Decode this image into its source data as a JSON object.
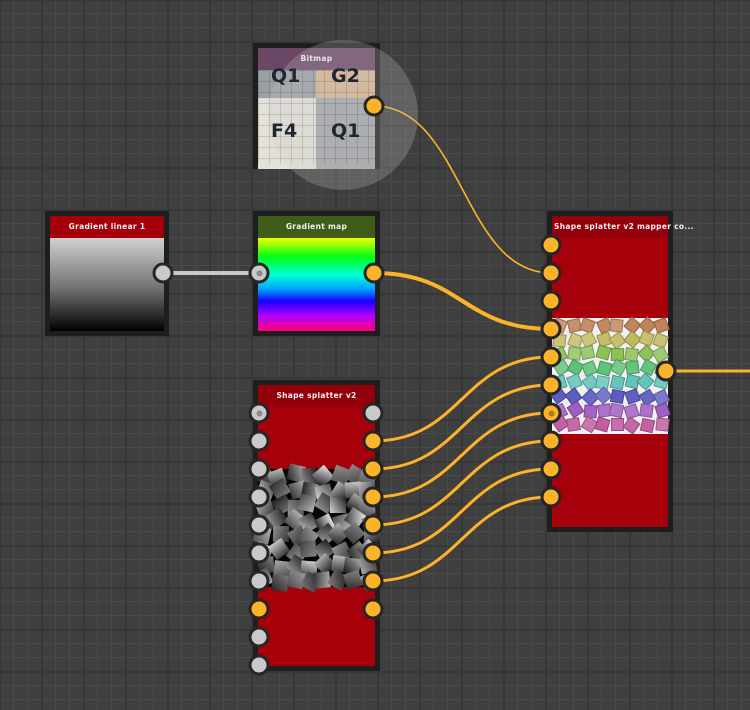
{
  "canvas": {
    "type": "node-graph-editor"
  },
  "colors": {
    "wire_color": "#fbb32a",
    "gray_wire_color": "#c9c9c9",
    "port_orange": "#fbb32a",
    "port_gray": "#c9c9c9",
    "node_frame": "#1e1e1e",
    "header_bitmap": "#6b4766",
    "header_gradient_linear": "#a30009",
    "header_gradient_map": "#3f5c19",
    "node_body_red": "#a6000b"
  },
  "nodes": {
    "bitmap": {
      "title": "Bitmap",
      "thumbnail_labels": [
        "Q1",
        "G2",
        "F4",
        "Q1"
      ],
      "outputs": [
        {
          "type": "orange",
          "connected": true
        }
      ]
    },
    "gradient_linear": {
      "title": "Gradient linear 1",
      "outputs": [
        {
          "type": "gray",
          "connected": true
        }
      ]
    },
    "gradient_map": {
      "title": "Gradient map",
      "inputs": [
        {
          "type": "gray",
          "connected": true,
          "dot": true
        }
      ],
      "outputs": [
        {
          "type": "orange",
          "connected": true
        }
      ]
    },
    "shape_splatter": {
      "title": "Shape splatter v2",
      "inputs": [
        "gray-dot",
        "gray",
        "gray",
        "gray",
        "gray",
        "gray",
        "gray",
        "orange",
        "gray",
        "gray"
      ],
      "outputs": [
        "gray",
        "orange",
        "orange",
        "orange",
        "orange",
        "orange",
        "orange",
        "orange"
      ]
    },
    "mapper": {
      "title": "Shape splatter v2 mapper co...",
      "inputs": [
        "orange",
        "orange",
        "orange",
        "orange",
        "orange",
        "orange",
        "orange-dot",
        "orange",
        "orange",
        "orange"
      ],
      "outputs": [
        "orange"
      ]
    }
  },
  "connections": [
    {
      "from": "gradient_linear.out0",
      "to": "gradient_map.in0",
      "style": "gray"
    },
    {
      "from": "bitmap.out0",
      "to": "mapper.in1",
      "style": "thin"
    },
    {
      "from": "gradient_map.out0",
      "to": "mapper.in3",
      "style": "thick"
    },
    {
      "from": "shape_splatter.out1",
      "to": "mapper.in4"
    },
    {
      "from": "shape_splatter.out2",
      "to": "mapper.in5"
    },
    {
      "from": "shape_splatter.out3",
      "to": "mapper.in6"
    },
    {
      "from": "shape_splatter.out4",
      "to": "mapper.in7"
    },
    {
      "from": "shape_splatter.out5",
      "to": "mapper.in8"
    },
    {
      "from": "shape_splatter.out6",
      "to": "mapper.in9"
    },
    {
      "from": "mapper.out0",
      "to": "offscreen-right"
    }
  ]
}
